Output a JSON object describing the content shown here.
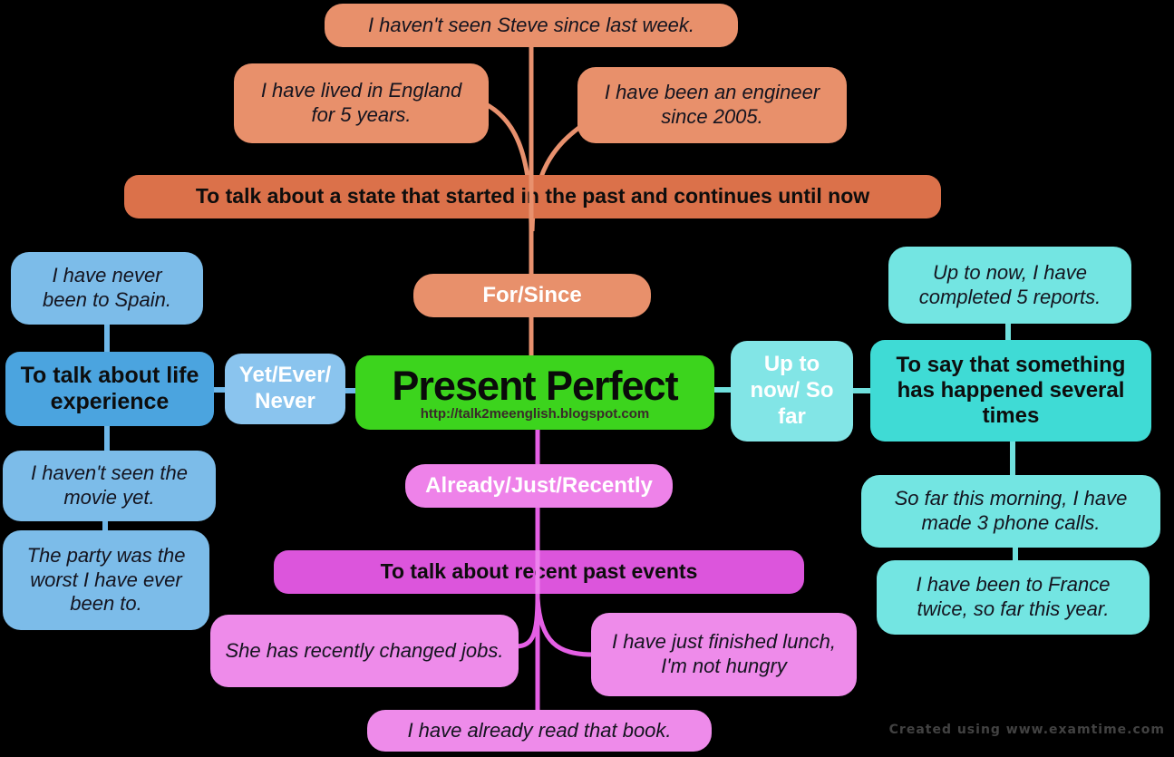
{
  "center": {
    "title": "Present Perfect",
    "url": "http://talk2meenglish.blogspot.com"
  },
  "branches": {
    "for_since": {
      "keyword": "For/Since",
      "purpose": "To talk about a state that started in the past and continues until now",
      "examples": [
        "I haven't seen Steve since last week.",
        "I have lived in England for 5 years.",
        "I have been an engineer since 2005."
      ]
    },
    "yet_ever_never": {
      "keyword": "Yet/Ever/\nNever",
      "purpose": "To talk about life experience",
      "examples": [
        "I have never been to Spain.",
        "I haven't seen the movie yet.",
        "The party was the worst I have ever been to."
      ]
    },
    "up_to_now_so_far": {
      "keyword": "Up to\nnow/ So\nfar",
      "purpose": "To say that something has happened several times",
      "examples": [
        "Up to now, I have completed 5 reports.",
        "So far this morning, I have made 3 phone calls.",
        "I have been to France twice, so far this year."
      ]
    },
    "already_just_recently": {
      "keyword": "Already/Just/Recently",
      "purpose": "To talk about recent past events",
      "examples": [
        "She has recently changed jobs.",
        "I have just finished lunch, I'm not hungry",
        "I have already read that book."
      ]
    }
  },
  "watermark": "Created using www.examtime.com",
  "colors": {
    "background": "#000000",
    "salmon": "#E8906B",
    "orange_bar": "#DB714A",
    "green_center": "#3CD41D",
    "blue_dark": "#4BA4DF",
    "blue_light": "#7CBCE9",
    "blue_keyword": "#8AC4EE",
    "teal": "#3FDBD5",
    "cyan_light": "#73E5E2",
    "cyan_keyword": "#82E5E6",
    "magenta_bar": "#DC55DC",
    "orchid": "#EE8BEA",
    "orchid_keyword": "#EE82E9"
  }
}
